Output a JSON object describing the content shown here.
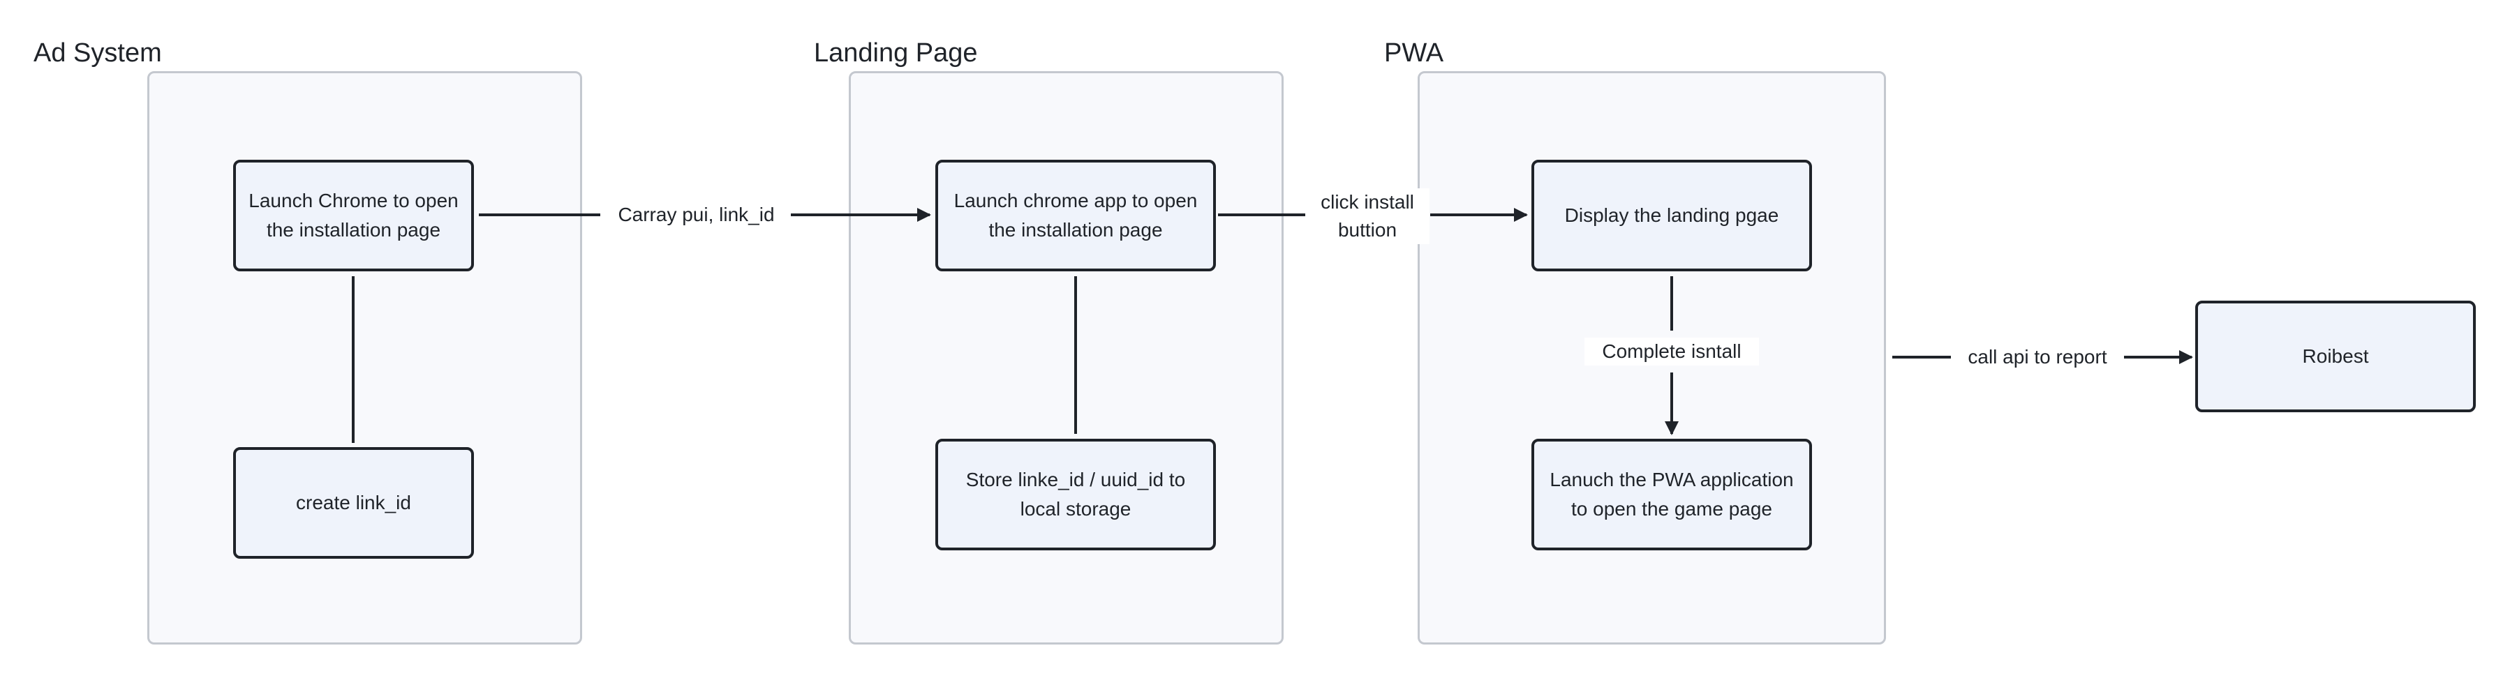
{
  "lanes": {
    "ad_system": {
      "title": "Ad System"
    },
    "landing_page": {
      "title": "Landing Page"
    },
    "pwa": {
      "title": "PWA"
    }
  },
  "nodes": {
    "launch_chrome": "Launch Chrome to open the installation page",
    "create_link_id": "create link_id",
    "launch_chrome_app": "Launch chrome app to open the installation page",
    "store_link_id": "Store linke_id / uuid_id to local storage",
    "display_landing": "Display the landing pgae",
    "launch_pwa": "Lanuch the PWA application to open the game page",
    "roibest": "Roibest"
  },
  "edges": {
    "carry": "Carray pui, link_id",
    "click_install_line1": "click install",
    "click_install_line2": "buttion",
    "complete_install": "Complete isntall",
    "call_api": "call api to report"
  },
  "colors": {
    "lane_border": "#c4c8cf",
    "lane_fill": "#f8f9fc",
    "node_border": "#1f2329",
    "node_fill": "#eff3fb",
    "line": "#1f2329"
  }
}
